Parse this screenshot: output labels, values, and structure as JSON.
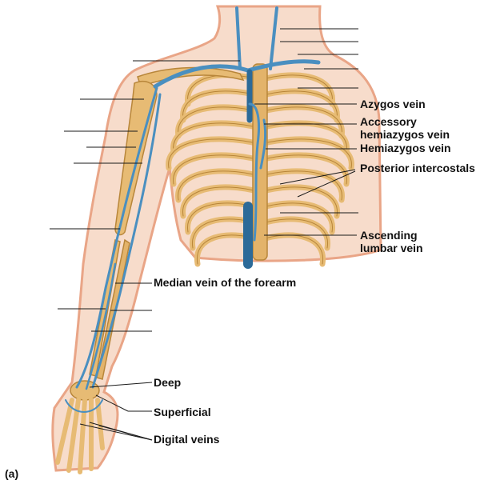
{
  "figure": {
    "panel_letter": "(a)",
    "colors": {
      "skin": "#f7dccb",
      "skin_edge": "#e9a587",
      "bone": "#e7bb74",
      "bone_edge": "#b8863a",
      "vein": "#4a8fc0",
      "vein_dark": "#2c6a98",
      "leader": "#1a1a1a"
    },
    "labels": {
      "azygos": "Azygos vein",
      "accessory_hemiazygos": [
        "Accessory",
        "hemiazygos vein"
      ],
      "hemiazygos": "Hemiazygos vein",
      "posterior_intercostals": "Posterior intercostals",
      "ascending_lumbar": [
        "Ascending",
        "lumbar vein"
      ],
      "median_forearm": "Median vein of the forearm",
      "deep": "Deep",
      "superficial": "Superficial",
      "digital": "Digital veins"
    }
  }
}
